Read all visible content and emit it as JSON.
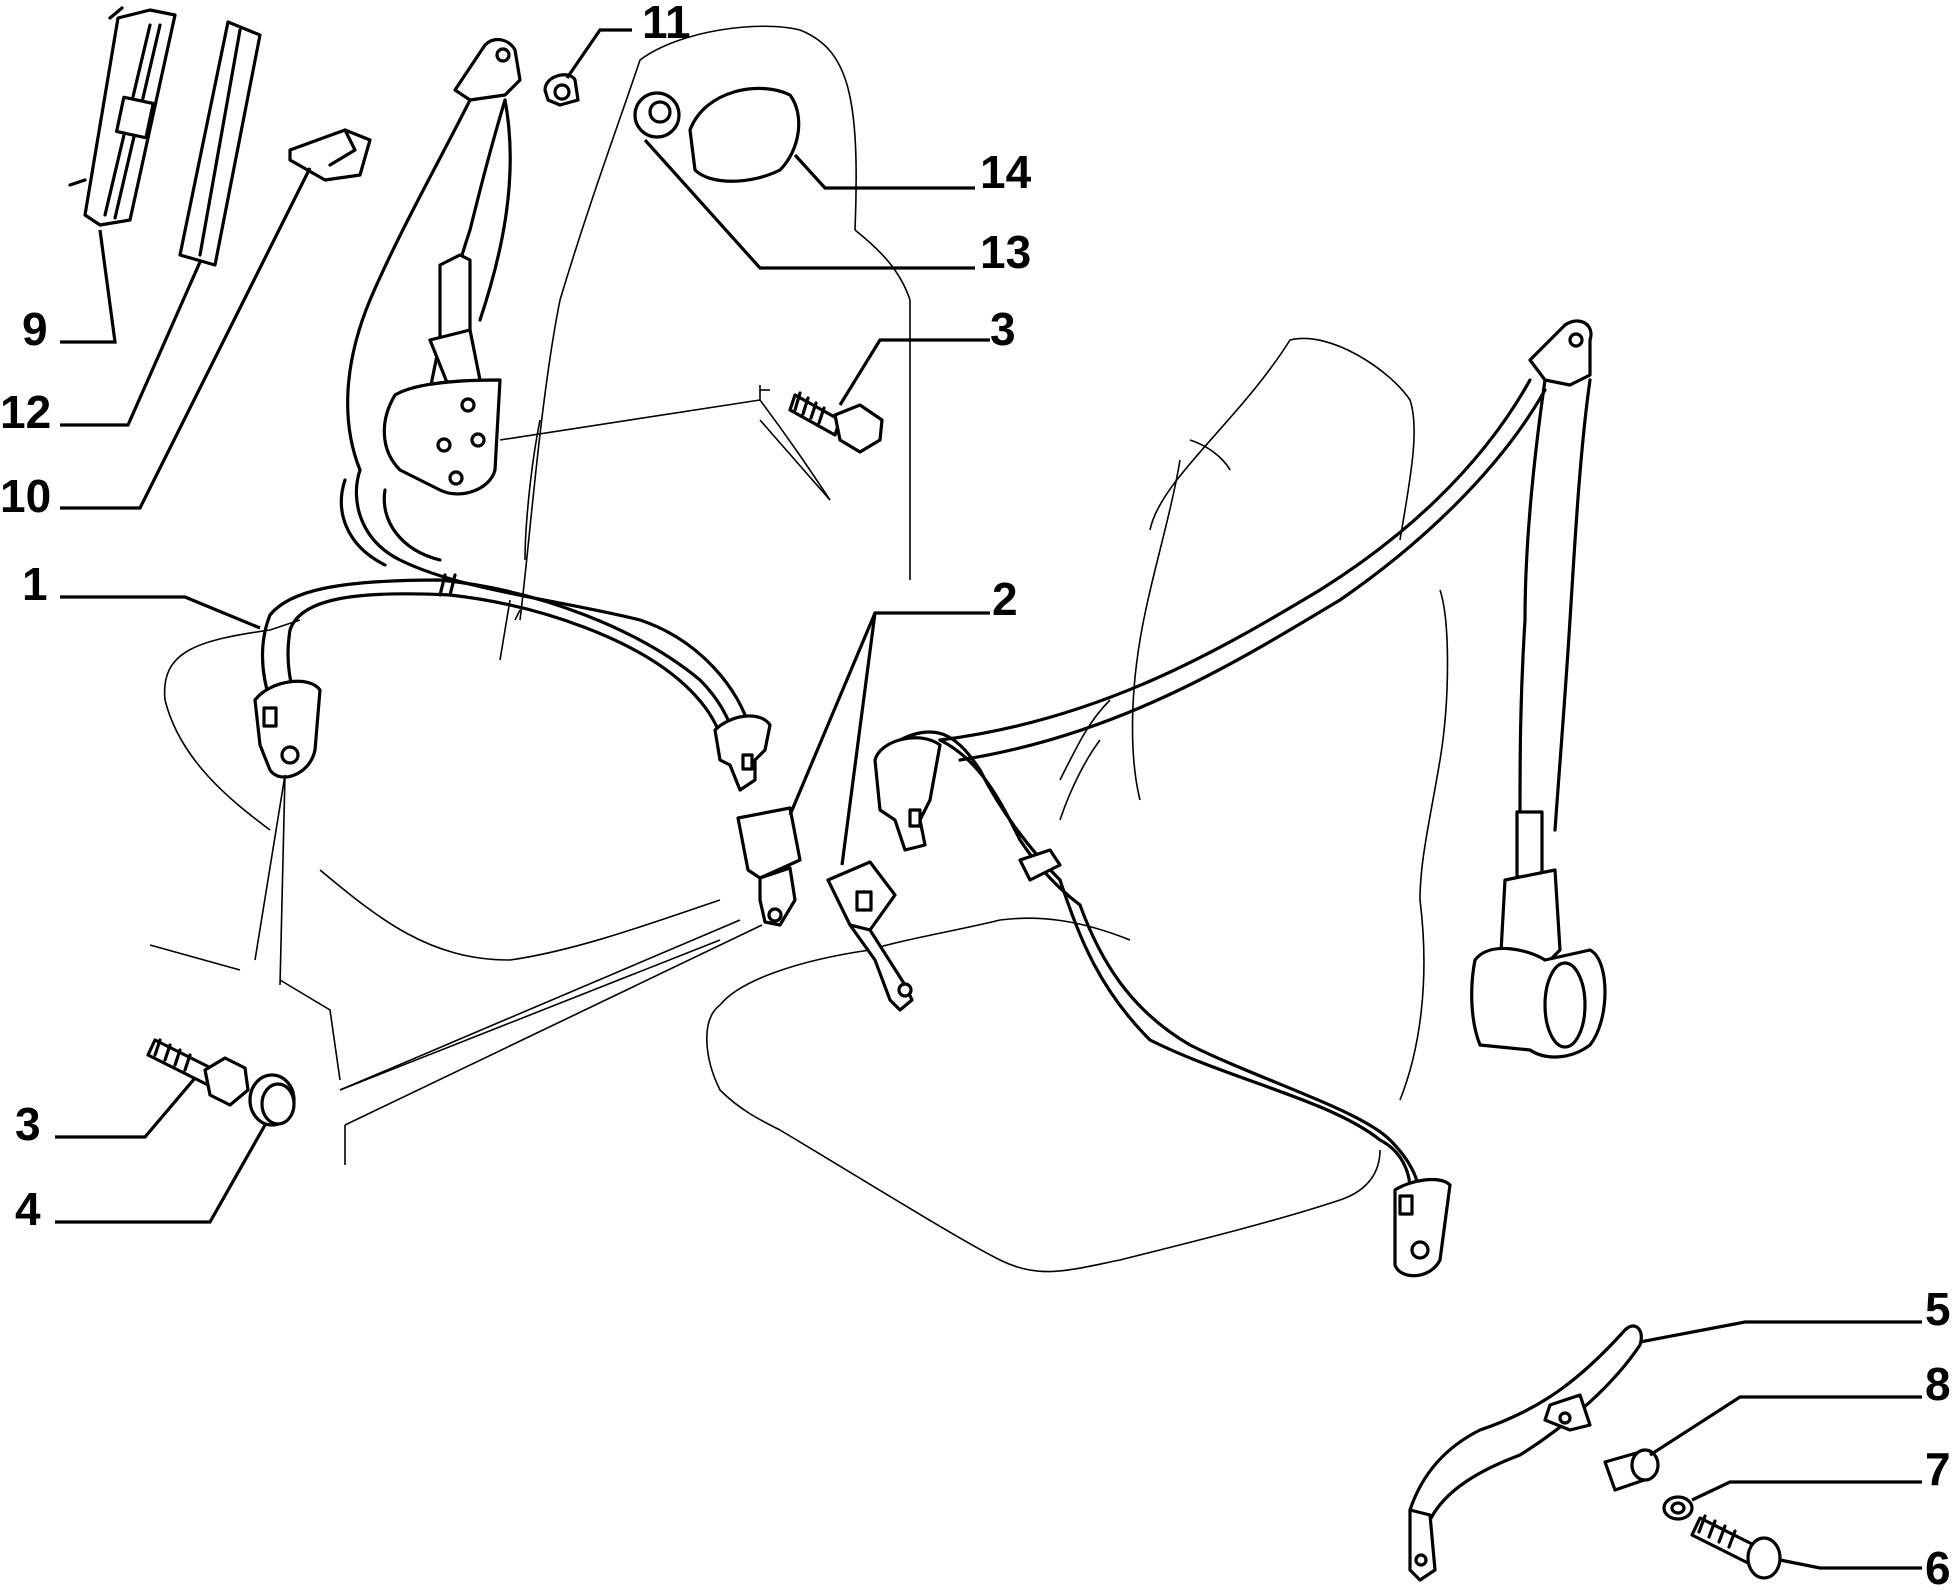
{
  "callouts": {
    "c1": "1",
    "c2": "2",
    "c3_top": "3",
    "c3_bottom": "3",
    "c4": "4",
    "c5": "5",
    "c6": "6",
    "c7": "7",
    "c8": "8",
    "c9": "9",
    "c10": "10",
    "c11": "11",
    "c12": "12",
    "c13": "13",
    "c14": "14"
  }
}
